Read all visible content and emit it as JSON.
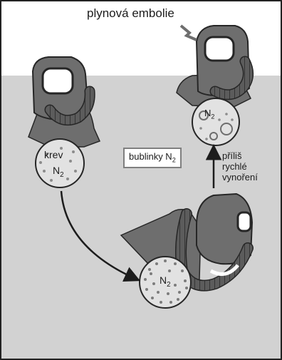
{
  "title": "plynová embolie",
  "labels": {
    "blood": "krev",
    "nitrogen": "N",
    "nitrogen_sub": "2",
    "bubbles_box": "bublinky N",
    "bubbles_sub": "2",
    "ascent_line1": "příliš",
    "ascent_line2": "rychlé",
    "ascent_line3": "vynoření"
  },
  "colors": {
    "water": "#d2d2d2",
    "suit": "#6e6e6e",
    "suit_dark": "#3c3c3c",
    "outline": "#262626",
    "circle_fill": "#e2e2e2",
    "dots": "#8c8c8c",
    "box_border": "#7f7f7f"
  }
}
